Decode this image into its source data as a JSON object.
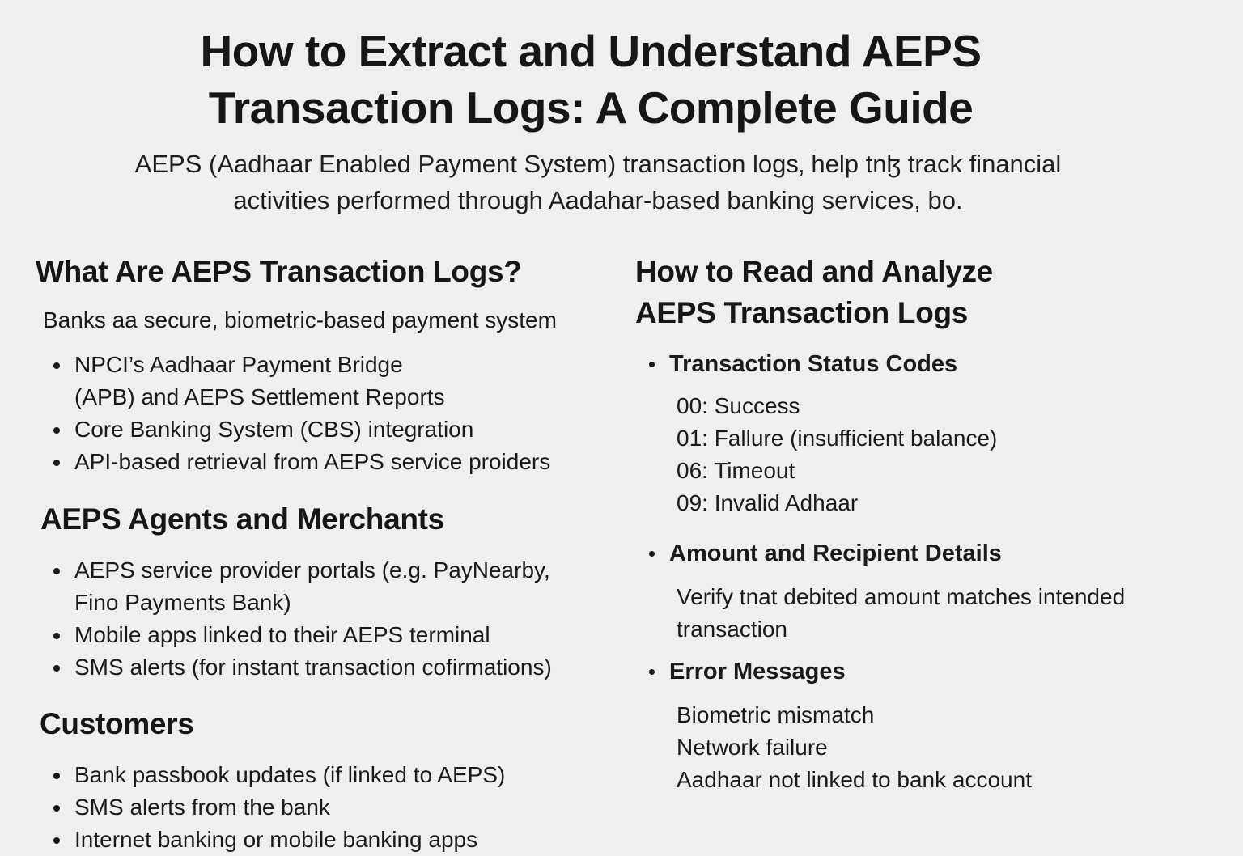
{
  "title": {
    "line1": "How to Extract and Understand AEPS",
    "line2": "Transaction Logs: A Complete Guide"
  },
  "intro": {
    "line1": "AEPS (Aadhaar Enabled Payment System) transaction logs‚ help tnɮ track financial",
    "line2": "activities performed through Aadahar-based banking services, bo."
  },
  "left": {
    "sections": [
      {
        "heading": "What Are AEPS Transaction Logs?",
        "lead": "Banks aa secure, biometric-based payment system",
        "items": [
          "NPCI’s Aadhaar Payment Bridge (APB) and AEPS Settlement Reports",
          "Core Banking System (CBS) integration",
          "API-based retrieval from AEPS service proiders"
        ]
      },
      {
        "heading": "AEPS Agents and Merchants",
        "items": [
          "AEPS service provider portals (e.g. PayNearby, Fino Payments Bank)",
          "Mobile apps linked to their AEPS terminal",
          "SMS alerts (for instant transaction cofirmations)"
        ]
      },
      {
        "heading": "Customers",
        "items": [
          "Bank passbook updates (if linked to AEPS)",
          "SMS alerts from the bank",
          "Internet banking or mobile banking apps"
        ]
      }
    ]
  },
  "right": {
    "heading_line1": "How to Read and Analyze",
    "heading_line2": "AEPS Transaction Logs",
    "groups": [
      {
        "label": "Transaction Status Codes",
        "lines": [
          "00: Success",
          "01: Fallure (insufficient balance)",
          "06: Timeout",
          "09: Invalid Adhaar"
        ]
      },
      {
        "label": "Amount and Recipient Details",
        "lines": [
          "Verify tnat debited amount matches intended transaction"
        ]
      },
      {
        "label": "Error Messages",
        "lines": [
          "Biometric mismatch",
          "Network failure",
          "Aadhaar not linked to bank account"
        ]
      }
    ]
  }
}
